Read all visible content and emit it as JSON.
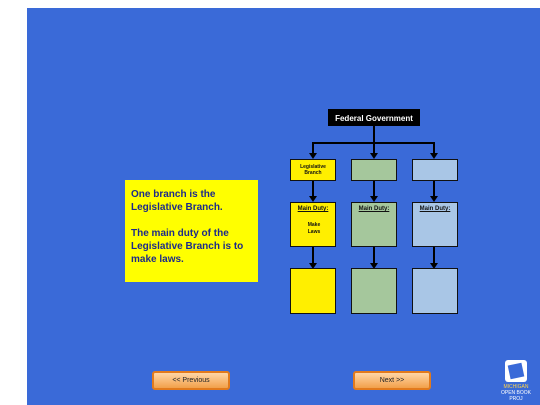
{
  "chart": {
    "title": "Federal Government",
    "branch1_label": "Legislative Branch",
    "duty_label": "Main Duty:",
    "duty1_text": "Make Laws"
  },
  "info": {
    "paragraph1": "One branch is the Legislative Branch.",
    "paragraph2": "The main duty of the Legislative Branch is to make laws."
  },
  "nav": {
    "previous_label": "<< Previous",
    "next_label": "Next >>"
  },
  "logo": {
    "line1": "MICHIGAN",
    "line2": "OPEN BOOK PROJ"
  },
  "colors": {
    "background": "#3a6ad8",
    "legislative": "#ffef00",
    "executive": "#a5c79c",
    "judicial": "#a9c6e6"
  }
}
